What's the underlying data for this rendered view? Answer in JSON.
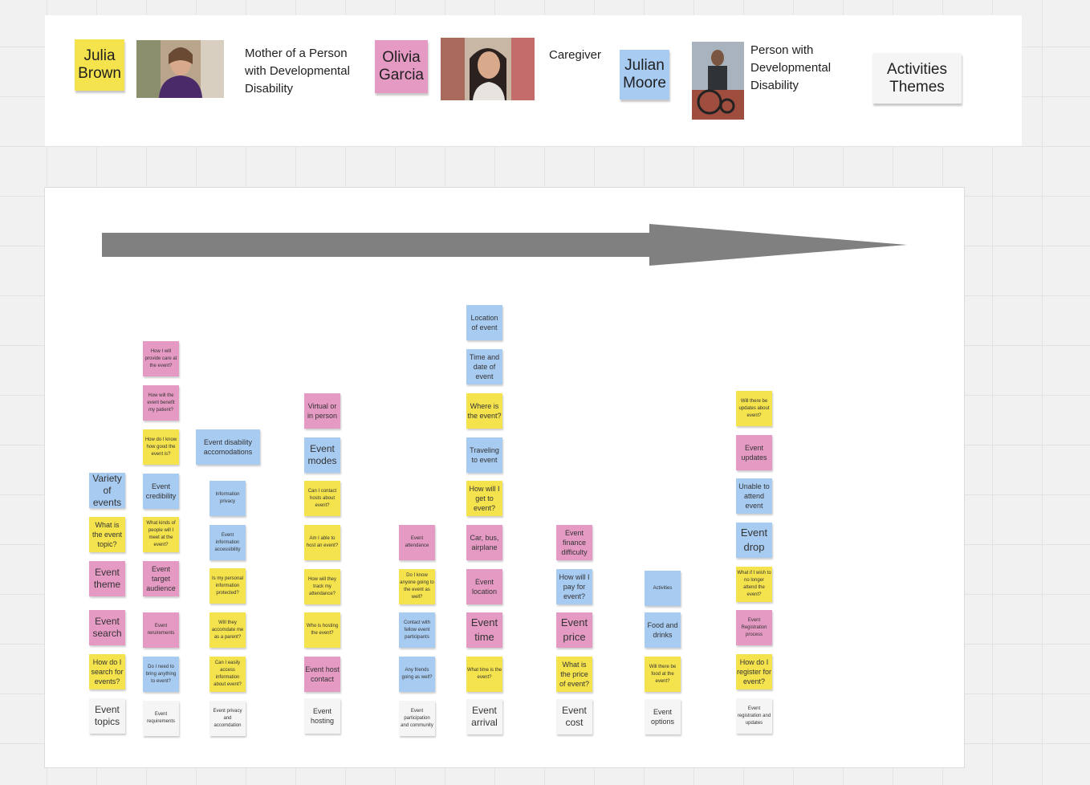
{
  "legend": {
    "julia": {
      "label": "Julia Brown",
      "caption": "Mother of a Person with Developmental Disability",
      "color": "#f5e34e"
    },
    "olivia": {
      "label": "Olivia Garcia",
      "caption": "Caregiver",
      "color": "#e59ac3"
    },
    "julian": {
      "label": "Julian Moore",
      "caption": "Person with Developmental Disability",
      "color": "#a8cbf1"
    },
    "themes": {
      "label": "Activities Themes",
      "color": "#f5f5f5"
    }
  },
  "columns": [
    {
      "notes": [
        {
          "text": "Variety of events",
          "color": "blue"
        },
        {
          "text": "What is the event topic?",
          "color": "yellow"
        },
        {
          "text": "Event theme",
          "color": "pink"
        },
        {
          "text": "Event search",
          "color": "pink"
        },
        {
          "text": "How do I search for events?",
          "color": "yellow"
        },
        {
          "text": "Event topics",
          "color": "white"
        }
      ]
    },
    {
      "notes": [
        {
          "text": "How I will provide care at the event?",
          "color": "pink"
        },
        {
          "text": "How will the event benefit my patient?",
          "color": "pink"
        },
        {
          "text": "How do I know how good the event is?",
          "color": "yellow"
        },
        {
          "text": "Event credibility",
          "color": "blue"
        },
        {
          "text": "What kinds of people will I meet at the event?",
          "color": "yellow"
        },
        {
          "text": "Event target audience",
          "color": "pink"
        },
        {
          "text": "Event reruirements",
          "color": "pink"
        },
        {
          "text": "Do I need to bring anything to event?",
          "color": "blue"
        },
        {
          "text": "Event requirements",
          "color": "white"
        }
      ]
    },
    {
      "notes": [
        {
          "text": "Event disability accomodations",
          "color": "blue"
        },
        {
          "text": "Information privacy",
          "color": "blue"
        },
        {
          "text": "Event information accessibility",
          "color": "blue"
        },
        {
          "text": "Is my personal information protected?",
          "color": "yellow"
        },
        {
          "text": "Will they accomdate me as a parent?",
          "color": "yellow"
        },
        {
          "text": "Can I easily access information about event?",
          "color": "yellow"
        },
        {
          "text": "Event privacy and accomdation",
          "color": "white"
        }
      ]
    },
    {
      "notes": [
        {
          "text": "Virtual or in person",
          "color": "pink"
        },
        {
          "text": "Event modes",
          "color": "blue"
        },
        {
          "text": "Can I contact hosts about event?",
          "color": "yellow"
        },
        {
          "text": "Am I able to host an event?",
          "color": "yellow"
        },
        {
          "text": "How will they track my attendance?",
          "color": "yellow"
        },
        {
          "text": "Who is hosting the event?",
          "color": "yellow"
        },
        {
          "text": "Event host contact",
          "color": "pink"
        },
        {
          "text": "Event hosting",
          "color": "white"
        }
      ]
    },
    {
      "notes": [
        {
          "text": "Event attendance",
          "color": "pink"
        },
        {
          "text": "Do I know anyone going to the event as well?",
          "color": "yellow"
        },
        {
          "text": "Contact with fellow event participants",
          "color": "blue"
        },
        {
          "text": "Any friends going as well?",
          "color": "blue"
        },
        {
          "text": "Event participation and community",
          "color": "white"
        }
      ]
    },
    {
      "notes": [
        {
          "text": "Location of event",
          "color": "blue"
        },
        {
          "text": "Time and date of event",
          "color": "blue"
        },
        {
          "text": "Where is the event?",
          "color": "yellow"
        },
        {
          "text": "Traveling to event",
          "color": "blue"
        },
        {
          "text": "How will I get to event?",
          "color": "yellow"
        },
        {
          "text": "Car, bus, airplane",
          "color": "pink"
        },
        {
          "text": "Event location",
          "color": "pink"
        },
        {
          "text": "Event time",
          "color": "pink"
        },
        {
          "text": "What time is the event?",
          "color": "yellow"
        },
        {
          "text": "Event arrival",
          "color": "white"
        }
      ]
    },
    {
      "notes": [
        {
          "text": "Event finance difficulty",
          "color": "pink"
        },
        {
          "text": "How will I pay for event?",
          "color": "blue"
        },
        {
          "text": "Event price",
          "color": "pink"
        },
        {
          "text": "What is the price of event?",
          "color": "yellow"
        },
        {
          "text": "Event cost",
          "color": "white"
        }
      ]
    },
    {
      "notes": [
        {
          "text": "Activities",
          "color": "blue"
        },
        {
          "text": "Food and drinks",
          "color": "blue"
        },
        {
          "text": "Will there be food at the event?",
          "color": "yellow"
        },
        {
          "text": "Event options",
          "color": "white"
        }
      ]
    },
    {
      "notes": [
        {
          "text": "Will there be updates about event?",
          "color": "yellow"
        },
        {
          "text": "Event updates",
          "color": "pink"
        },
        {
          "text": "Unable to attend event",
          "color": "blue"
        },
        {
          "text": "Event drop",
          "color": "blue"
        },
        {
          "text": "What if I wish to no longer attend the event?",
          "color": "yellow"
        },
        {
          "text": "Event Registration process",
          "color": "pink"
        },
        {
          "text": "How do I register for event?",
          "color": "yellow"
        },
        {
          "text": "Event registration and updates",
          "color": "white"
        }
      ]
    }
  ]
}
